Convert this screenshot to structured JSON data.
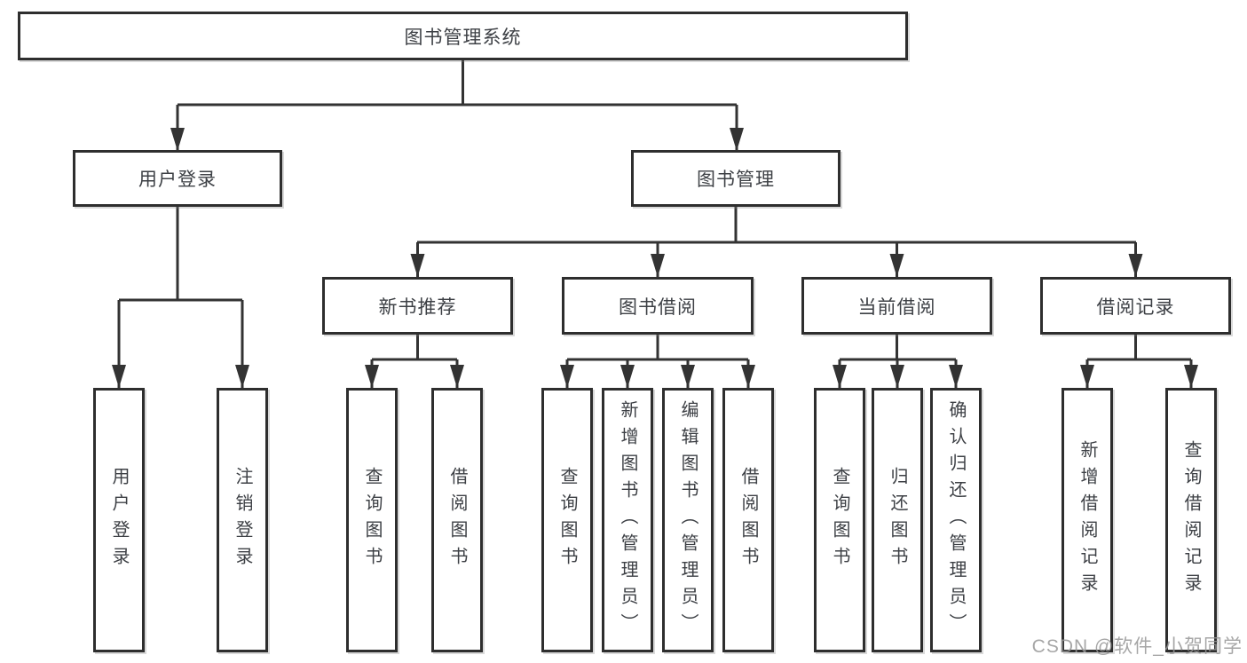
{
  "nodes": {
    "root": "图书管理系统",
    "level2": {
      "user_login": "用户登录",
      "book_management": "图书管理"
    },
    "level3": {
      "new_books": "新书推荐",
      "book_borrowing": "图书借阅",
      "current_borrowing": "当前借阅",
      "borrowing_records": "借阅记录"
    },
    "leaves": {
      "user_login": "用户登录",
      "logout": "注销登录",
      "nb_query_books": "查询图书",
      "nb_borrow_books": "借阅图书",
      "bb_query_books": "查询图书",
      "bb_add_books": "新增图书（管理员）",
      "bb_edit_books": "编辑图书（管理员）",
      "bb_borrow_books": "借阅图书",
      "cb_query_books": "查询图书",
      "cb_return_books": "归还图书",
      "cb_confirm_return": "确认归还（管理员）",
      "br_add_record": "新增借阅记录",
      "br_query_record": "查询借阅记录"
    }
  },
  "watermark": "CSDN @软件_小贺同学",
  "colors": {
    "line": "#333333",
    "box_border": "#2e2e2e",
    "box_fill": "#ffffff",
    "text": "#3d4045",
    "watermark": "#969696",
    "background": "#ffffff"
  }
}
